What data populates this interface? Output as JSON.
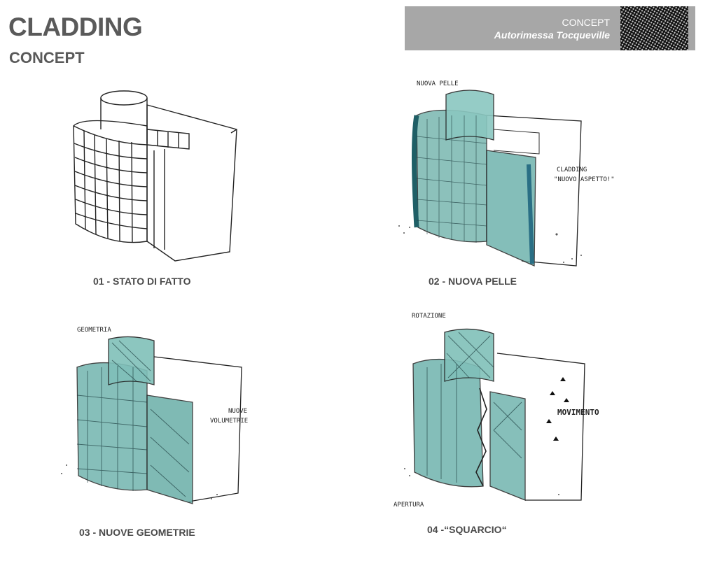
{
  "header": {
    "title": "CLADDING",
    "subtitle": "CONCEPT",
    "label_line1": "CONCEPT",
    "label_line2": "Autorimessa Tocqueville"
  },
  "panels": [
    {
      "caption": "01 - STATO DI FATTO",
      "notes": []
    },
    {
      "caption": "02 - NUOVA PELLE",
      "notes": [
        "NUOVA PELLE",
        "CLADDING",
        "\"NUOVO ASPETTO!\""
      ]
    },
    {
      "caption": "03 - NUOVE GEOMETRIE",
      "notes": [
        "GEOMETRIA",
        "NUOVE",
        "VOLUMETRIE"
      ]
    },
    {
      "caption": "04 -“SQUARCIO“",
      "notes": [
        "ROTAZIONE",
        "MOVIMENTO",
        "APERTURA"
      ]
    }
  ],
  "colors": {
    "band": "#a7a7a7",
    "title": "#5a5a5a",
    "teal_fill": "#6fb3ad",
    "teal_dark": "#2f7f85"
  }
}
